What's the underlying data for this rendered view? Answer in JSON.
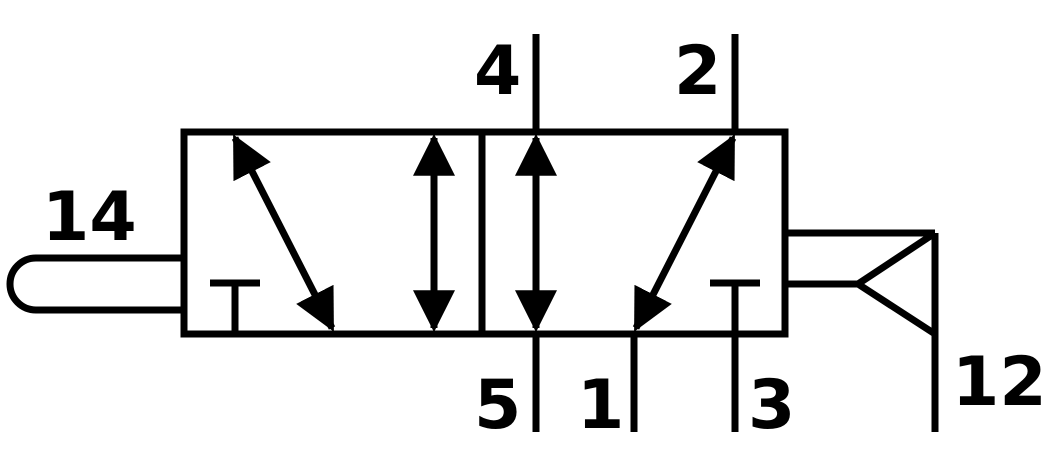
{
  "colors": {
    "stroke": "#000000",
    "background": "#ffffff"
  },
  "ports": {
    "port_4": "4",
    "port_2": "2",
    "port_5": "5",
    "port_1": "1",
    "port_3": "3",
    "pilot_14": "14",
    "spring_12": "12"
  },
  "symbols": {
    "left_box": {
      "arrows": [
        "diagonal-double-arrow",
        "vertical-double-arrow"
      ],
      "blocked_port": "tee-stop-icon"
    },
    "right_box": {
      "arrows": [
        "vertical-double-arrow",
        "diagonal-double-arrow"
      ],
      "blocked_port": "tee-stop-icon"
    },
    "left_actuator": "plunger-icon",
    "right_actuator": "spring-return-icon"
  }
}
